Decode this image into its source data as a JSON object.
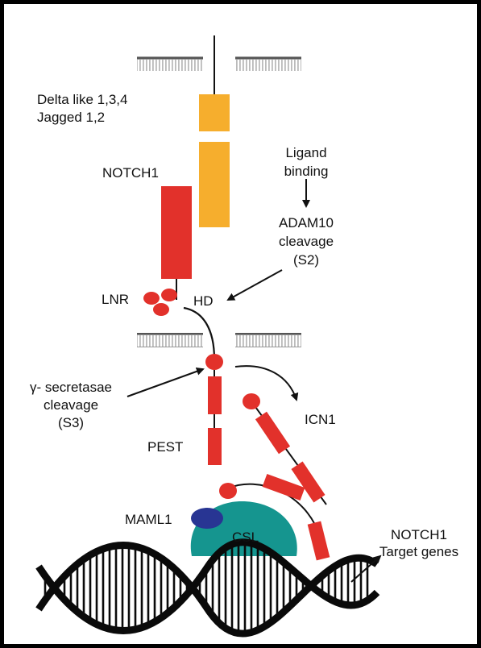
{
  "labels": {
    "ligands_line1": "Delta like 1,3,4",
    "ligands_line2": "Jagged 1,2",
    "notch1": "NOTCH1",
    "ligand_binding_line1": "Ligand",
    "ligand_binding_line2": "binding",
    "adam10_line1": "ADAM10",
    "adam10_line2": "cleavage",
    "adam10_line3": "(S2)",
    "lnr": "LNR",
    "hd": "HD",
    "gamma_line1": "γ- secretasae",
    "gamma_line2": "cleavage",
    "gamma_line3": "(S3)",
    "icn1": "ICN1",
    "pest": "PEST",
    "maml1": "MAML1",
    "csl": "CSL",
    "target_line1": "NOTCH1",
    "target_line2": "Target genes"
  },
  "colors": {
    "ligand": "#f6ae2d",
    "notch": "#e2312b",
    "maml": "#283593",
    "csl": "#15958f",
    "line": "#111111",
    "membrane": "#555555"
  }
}
